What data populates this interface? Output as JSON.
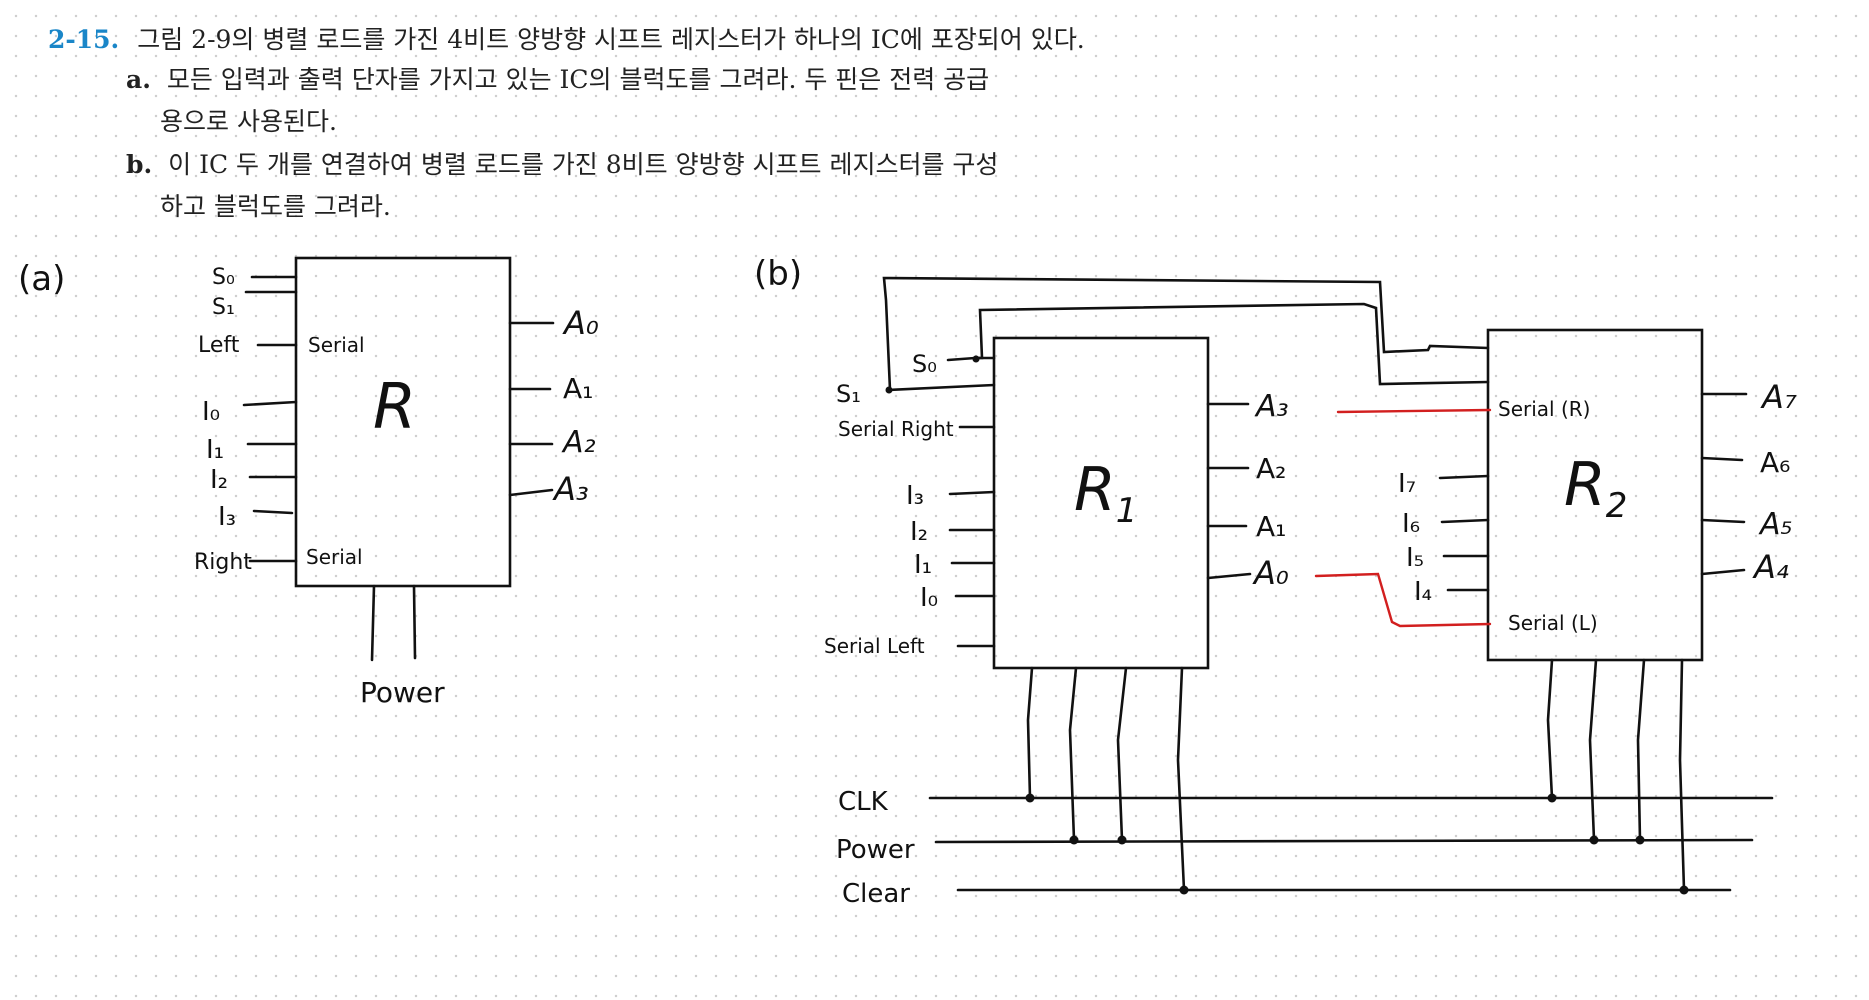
{
  "problem": {
    "number": "2-15.",
    "stem": "그림 2-9의 병렬 로드를 가진 4비트 양방향 시프트 레지스터가 하나의 IC에 포장되어 있다.",
    "part_a_label": "a.",
    "part_a_line1": "모든 입력과 출력 단자를 가지고 있는 IC의 블럭도를 그려라. 두 핀은 전력 공급",
    "part_a_line2": "용으로 사용된다.",
    "part_b_label": "b.",
    "part_b_line1": "이 IC 두 개를 연결하여 병렬 로드를 가진 8비트 양방향 시프트 레지스터를 구성",
    "part_b_line2": "하고 블럭도를 그려라."
  },
  "diagram_a": {
    "label": "(a)",
    "block_name": "R",
    "select_inputs": [
      "S₀",
      "S₁"
    ],
    "serial_left_label": "Left",
    "serial_pin_top": "Serial",
    "parallel_inputs": [
      "I₀",
      "I₁",
      "I₂",
      "I₃"
    ],
    "serial_right_label": "Right",
    "serial_pin_bottom": "Serial",
    "outputs": [
      "A₀",
      "A₁",
      "A₂",
      "A₃"
    ],
    "power_label": "Power"
  },
  "diagram_b": {
    "label": "(b)",
    "r1": {
      "name": "R",
      "subscript": "1",
      "select_inputs": [
        "S₀",
        "S₁"
      ],
      "serial_right_label": "Serial Right",
      "parallel_inputs": [
        "I₃",
        "I₂",
        "I₁",
        "I₀"
      ],
      "serial_left_label": "Serial Left",
      "outputs": [
        "A₃",
        "A₂",
        "A₁",
        "A₀"
      ]
    },
    "r2": {
      "name": "R",
      "subscript": "2",
      "serial_right_pin": "Serial (R)",
      "parallel_inputs": [
        "I₇",
        "I₆",
        "I₅",
        "I₄"
      ],
      "serial_left_pin": "Serial (L)",
      "outputs": [
        "A₇",
        "A₆",
        "A₅",
        "A₄"
      ]
    },
    "bus_labels": [
      "CLK",
      "Power",
      "Clear"
    ],
    "link_color": "#d21f1f"
  }
}
